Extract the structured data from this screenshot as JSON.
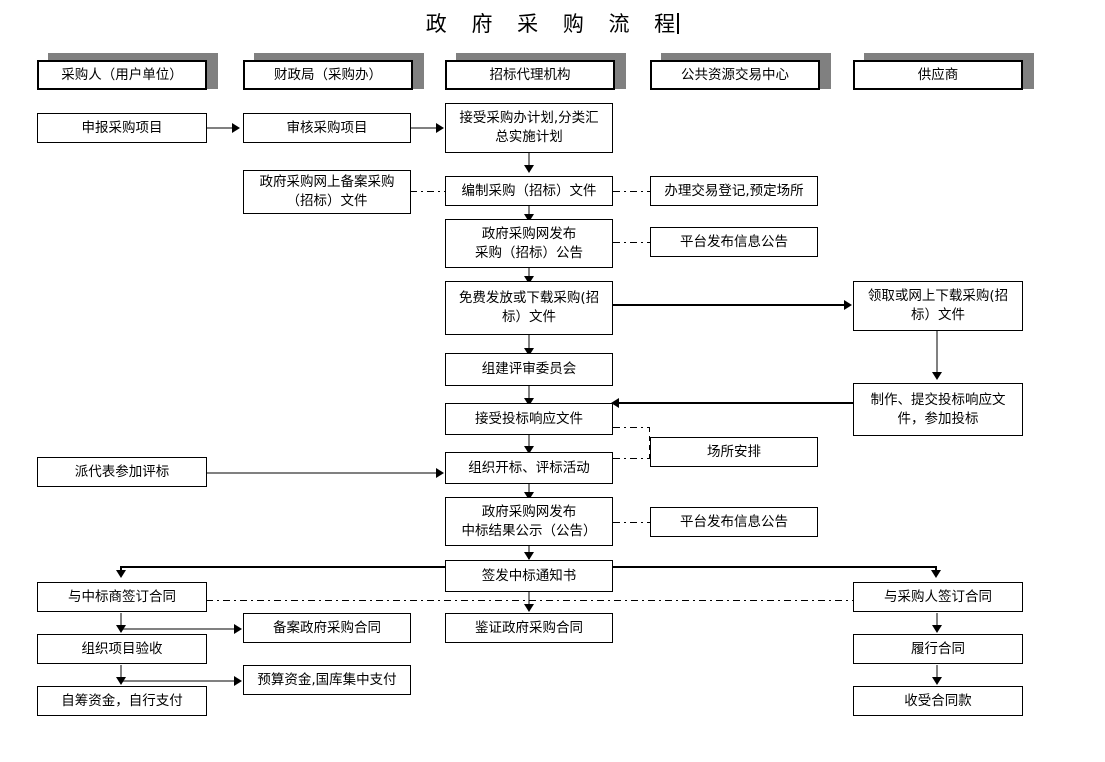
{
  "title": "政 府 采 购 流 程",
  "columns": [
    {
      "id": "buyer",
      "label": "采购人（用户单位）"
    },
    {
      "id": "finance",
      "label": "财政局（采购办）"
    },
    {
      "id": "agency",
      "label": "招标代理机构"
    },
    {
      "id": "center",
      "label": "公共资源交易中心"
    },
    {
      "id": "supplier",
      "label": "供应商"
    }
  ],
  "nodes": {
    "apply_project": "申报采购项目",
    "review_project": "审核采购项目",
    "record_docs": "政府采购网上备案采购（招标）文件",
    "accept_plan": "接受采购办计划,分类汇总实施计划",
    "make_docs": "编制采购（招标）文件",
    "publish_notice": "政府采购网发布采购（招标）公告",
    "issue_docs": "免费发放或下载采购(招标）文件",
    "form_committee": "组建评审委员会",
    "accept_bids": "接受投标响应文件",
    "open_evaluate": "组织开标、评标活动",
    "publish_result": "政府采购网发布中标结果公示（公告）",
    "issue_award": "签发中标通知书",
    "send_rep": "派代表参加评标",
    "sign_winner": "与中标商签订合同",
    "accept_project": "组织项目验收",
    "self_funds": "自筹资金，自行支付",
    "file_contract": "备案政府采购合同",
    "budget_funds": "预算资金,国库集中支付",
    "notarize_contract": "鉴证政府采购合同",
    "trade_register": "办理交易登记,预定场所",
    "platform_notice_1": "平台发布信息公告",
    "venue_arrange": "场所安排",
    "platform_notice_2": "平台发布信息公告",
    "download_docs": "领取或网上下载采购(招标）文件",
    "submit_bid": "制作、提交投标响应文件，参加投标",
    "sign_buyer": "与采购人签订合同",
    "perform_contract": "履行合同",
    "receive_payment": "收受合同款"
  },
  "node_lines": {
    "record_docs": [
      "政府采购网上备案采购",
      "（招标）文件"
    ],
    "accept_plan": [
      "接受采购办计划,分类汇",
      "总实施计划"
    ],
    "publish_notice": [
      "政府采购网发布",
      "采购（招标）公告"
    ],
    "issue_docs": [
      "免费发放或下载采购(招",
      "标）文件"
    ],
    "publish_result": [
      "政府采购网发布",
      "中标结果公示（公告）"
    ],
    "download_docs": [
      "领取或网上下载采购(招",
      "标）文件"
    ],
    "submit_bid": [
      "制作、提交投标响应文",
      "件，参加投标"
    ]
  },
  "colors": {
    "box_border": "#000000",
    "box_fill": "#ffffff",
    "shadow": "#808080",
    "connector": "#808080",
    "arrowhead": "#000000",
    "text": "#000000"
  }
}
